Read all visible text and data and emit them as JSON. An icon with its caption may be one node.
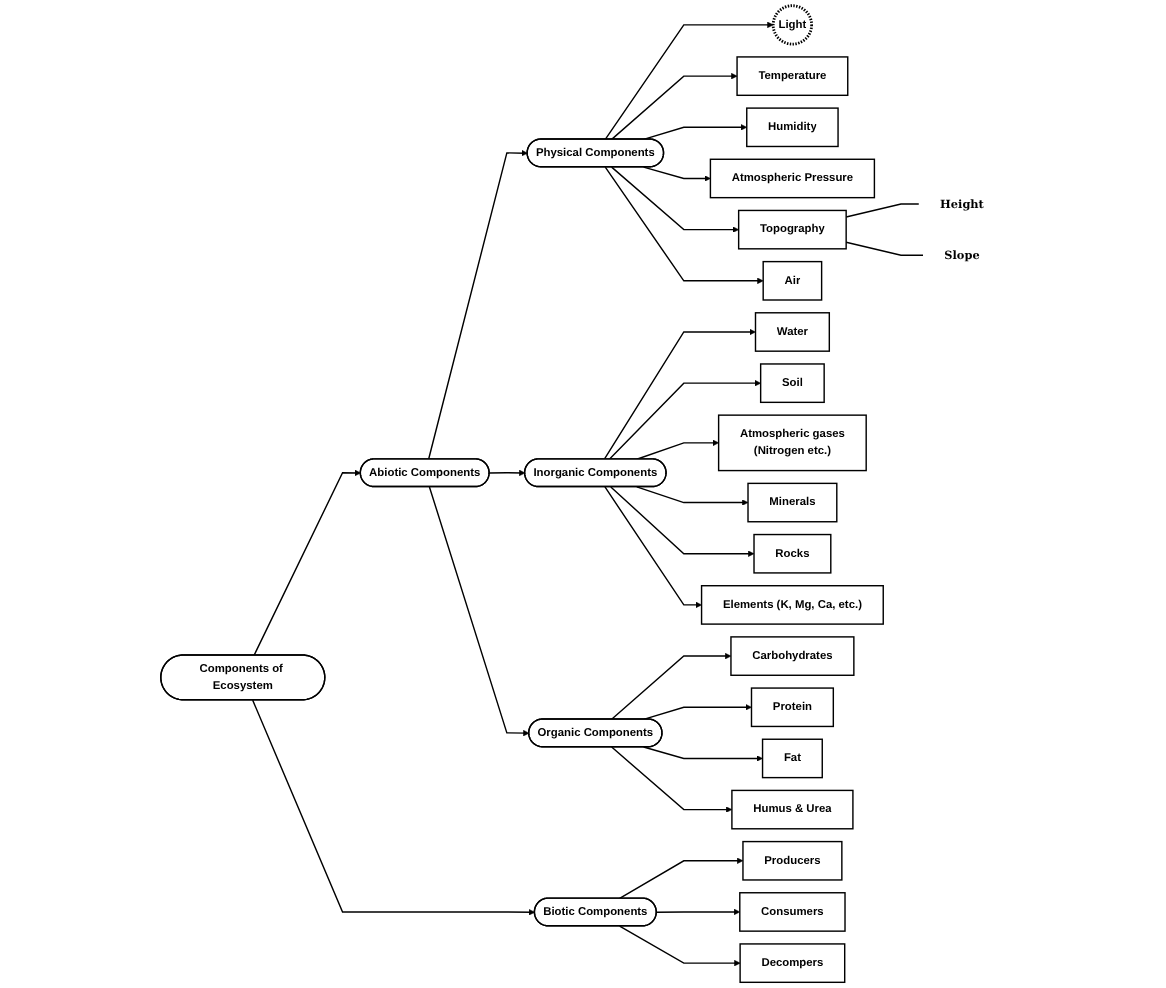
{
  "diagram": {
    "nodes": [
      {
        "text": [
          "Components of Ecosystem"
        ]
      },
      {
        "text": [
          "Abiotic Components"
        ]
      },
      {
        "text": [
          "Biotic Components"
        ]
      },
      {
        "text": [
          "Physical Components"
        ]
      },
      {
        "text": [
          "Inorganic Components"
        ]
      },
      {
        "text": [
          "Organic Components"
        ]
      },
      {
        "text": [
          "Light"
        ]
      },
      {
        "text": [
          "Temperature"
        ]
      },
      {
        "text": [
          "Humidity"
        ]
      },
      {
        "text": [
          "Atmospheric Pressure"
        ]
      },
      {
        "text": [
          "Topography"
        ]
      },
      {
        "text": [
          "Height"
        ]
      },
      {
        "text": [
          "Slope"
        ]
      },
      {
        "text": [
          "Air"
        ]
      },
      {
        "text": [
          "Water"
        ]
      },
      {
        "text": [
          "Soil"
        ]
      },
      {
        "text": [
          "Atmospheric gases",
          "(Nitrogen etc.)"
        ]
      },
      {
        "text": [
          "Minerals"
        ]
      },
      {
        "text": [
          "Rocks"
        ]
      },
      {
        "text": [
          "Elements (K, Mg, Ca, etc.)"
        ]
      },
      {
        "text": [
          "Carbohydrates"
        ]
      },
      {
        "text": [
          "Protein"
        ]
      },
      {
        "text": [
          "Fat"
        ]
      },
      {
        "text": [
          "Humus & Urea"
        ]
      },
      {
        "text": [
          "Producers"
        ]
      },
      {
        "text": [
          "Consumers"
        ]
      },
      {
        "text": [
          "Decompers"
        ]
      }
    ],
    "edges": [
      {
        "from": 0,
        "to": 1,
        "arrow": "to"
      },
      {
        "from": 0,
        "to": 2,
        "arrow": "to"
      },
      {
        "from": 1,
        "to": 3,
        "arrow": "to"
      },
      {
        "from": 1,
        "to": 4,
        "arrow": "to"
      },
      {
        "from": 1,
        "to": 5,
        "arrow": "to"
      },
      {
        "from": 3,
        "to": 6,
        "arrow": "to"
      },
      {
        "from": 3,
        "to": 7,
        "arrow": "to"
      },
      {
        "from": 3,
        "to": 8,
        "arrow": "to"
      },
      {
        "from": 3,
        "to": 9,
        "arrow": "to"
      },
      {
        "from": 3,
        "to": 10,
        "arrow": "to"
      },
      {
        "from": 10,
        "to": 11,
        "arrow": "none"
      },
      {
        "from": 10,
        "to": 12,
        "arrow": "none"
      },
      {
        "from": 3,
        "to": 13,
        "arrow": "to"
      },
      {
        "from": 4,
        "to": 14,
        "arrow": "to"
      },
      {
        "from": 4,
        "to": 15,
        "arrow": "to"
      },
      {
        "from": 4,
        "to": 16,
        "arrow": "to"
      },
      {
        "from": 4,
        "to": 17,
        "arrow": "to"
      },
      {
        "from": 4,
        "to": 18,
        "arrow": "to"
      },
      {
        "from": 4,
        "to": 19,
        "arrow": "to"
      },
      {
        "from": 5,
        "to": 20,
        "arrow": "to"
      },
      {
        "from": 5,
        "to": 21,
        "arrow": "to"
      },
      {
        "from": 5,
        "to": 22,
        "arrow": "to"
      },
      {
        "from": 5,
        "to": 23,
        "arrow": "to"
      },
      {
        "from": 2,
        "to": 24,
        "arrow": "to"
      },
      {
        "from": 2,
        "to": 25,
        "arrow": "to"
      },
      {
        "from": 2,
        "to": 26,
        "arrow": "to"
      }
    ]
  }
}
